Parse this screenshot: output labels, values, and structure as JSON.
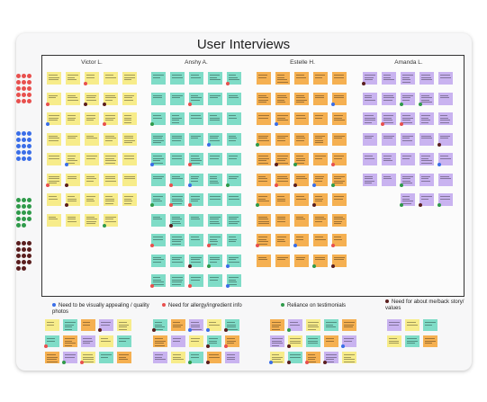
{
  "board": {
    "title": "User Interviews"
  },
  "columns": [
    {
      "name": "Victor L.",
      "color": "#f7ec8a"
    },
    {
      "name": "Anshy A.",
      "color": "#7fdcc7"
    },
    {
      "name": "Estelle H.",
      "color": "#f5b051"
    },
    {
      "name": "Amanda L.",
      "color": "#c9b3f0"
    }
  ],
  "themes": [
    {
      "label": "Need to be visually appealing / quality photos",
      "color": "#3a6ee8"
    },
    {
      "label": "Need for allergy/ingredient info",
      "color": "#e8504e"
    },
    {
      "label": "Reliance on testimonials",
      "color": "#2f9a4a"
    },
    {
      "label": "Need for about me/back story/ values",
      "color": "#5a1e1e"
    }
  ],
  "dot_palettes": [
    "#e8504e",
    "#3a6ee8",
    "#2f9a4a",
    "#5a1e1e"
  ]
}
